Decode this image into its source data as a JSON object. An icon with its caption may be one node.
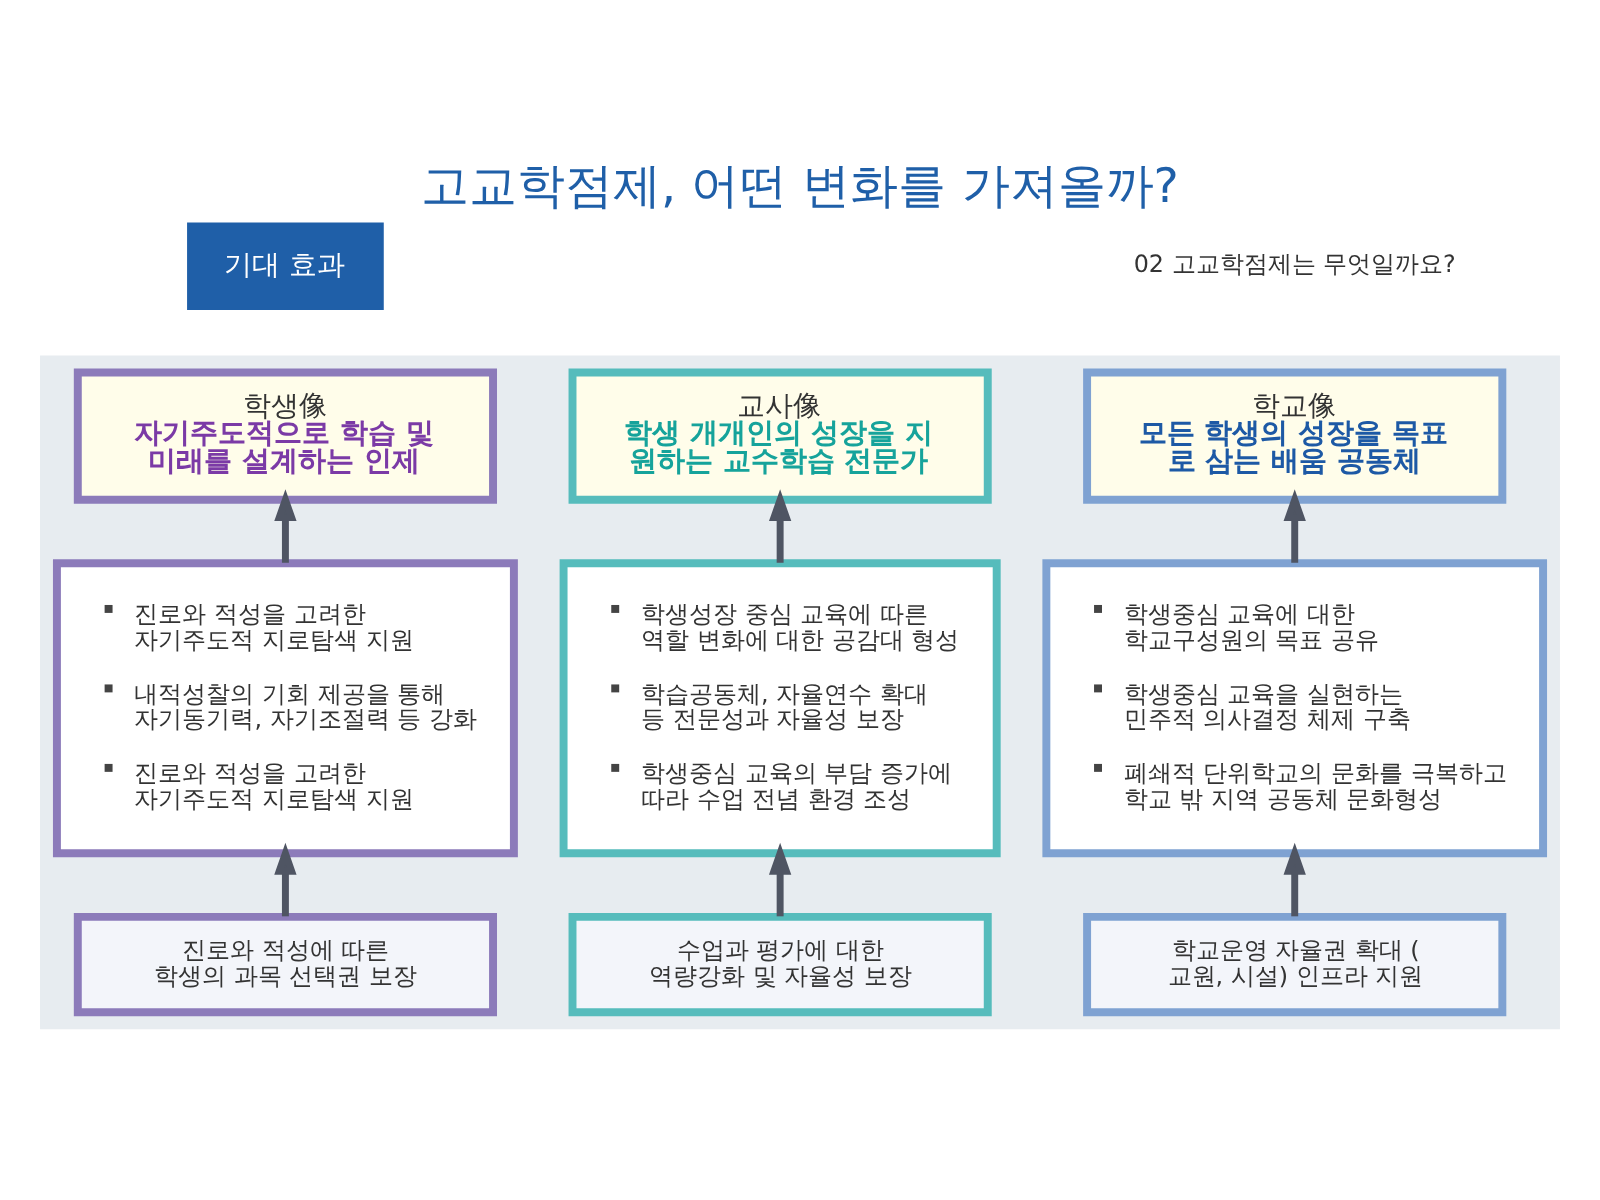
{
  "diagram": {
    "title": "고교학점제, 어떤 변화를 가져올까?",
    "nodes": [
      {
        "text": [
          "기대 효과"
        ]
      },
      {
        "text": [],
        "shape": "box"
      },
      {
        "text": [
          "학생像",
          "자기주도적으로 학습 및 미래를 설계하는 인제"
        ],
        "in": 1
      },
      {
        "text": [
          "교사像",
          "학생 개개인의 성장을 지 원하는 교수학습 전문가"
        ],
        "in": 1
      },
      {
        "text": [
          "학교像",
          "모든 학생의 성장을 목표 로 삼는 배움 공동체"
        ],
        "in": 1
      },
      {
        "text": [
          "진로와 적성을 고려한 자기주도적 지로탐색 지원",
          "내적성찰의 기회 제공을 통해 자기동기력, 자기조절력 등 강화",
          "진로와 적성을 고려한 자기주도적 지로탐색 지원"
        ],
        "in": 1
      },
      {
        "text": [
          "학생성장 중심 교육에 따른 역할 변화에 대한 공감대 형성",
          "학습공동체, 자율연수 확대 등 전문성과 자율성 보장",
          "학생중심 교육의 부담 증가에 따라 수업 전념 환경 조성"
        ],
        "in": 1
      },
      {
        "text": [
          "학생중심 교육에 대한 학교구성원의 목표 공유",
          "학생중심 교육을 실현하는 민주적 의사결정 체제 구축",
          "폐쇄적 단위학교의 문화를 극복하고 학교 밖 지역 공동체 문화형성"
        ],
        "in": 1
      },
      {
        "text": [
          "진로와 적성에 따른 학생의 과목 선택권 보장"
        ],
        "in": 1
      },
      {
        "text": [
          "수업과 평가에 대한 역량강화 및 자율성 보장"
        ],
        "in": 1
      },
      {
        "text": [
          "학교운영 자율권 확대 ( 교원, 시설) 인프라 지원"
        ],
        "in": 1
      }
    ],
    "edges": [
      {
        "from": 8,
        "to": 5,
        "arrow": "to"
      },
      {
        "from": 5,
        "to": 2,
        "arrow": "to"
      },
      {
        "from": 9,
        "to": 6,
        "arrow": "to"
      },
      {
        "from": 6,
        "to": 3,
        "arrow": "to"
      },
      {
        "from": 10,
        "to": 7,
        "arrow": "to"
      },
      {
        "from": 7,
        "to": 4,
        "arrow": "to"
      }
    ],
    "labels": [
      "02 고교학점제는 무엇일까요?"
    ]
  }
}
